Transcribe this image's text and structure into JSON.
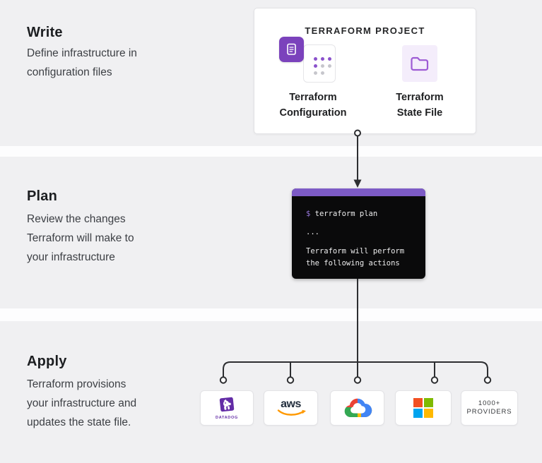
{
  "sections": [
    {
      "heading": "Write",
      "body_lines": [
        "Define infrastructure in",
        "configuration files"
      ]
    },
    {
      "heading": "Plan",
      "body_lines": [
        "Review the changes",
        "Terraform will make to",
        "your infrastructure"
      ]
    },
    {
      "heading": "Apply",
      "body_lines": [
        "Terraform provisions",
        "your infrastructure and",
        "updates the state file."
      ]
    }
  ],
  "project_card": {
    "title": "TERRAFORM PROJECT",
    "items": [
      {
        "icon": "terraform-configuration-icon",
        "label_lines": [
          "Terraform",
          "Configuration"
        ]
      },
      {
        "icon": "terraform-state-file-icon",
        "label_lines": [
          "Terraform",
          "State File"
        ]
      }
    ]
  },
  "terminal": {
    "prompt_symbol": "$",
    "command": "terraform plan",
    "ellipsis": "...",
    "output_lines": [
      "Terraform will perform",
      "the following actions"
    ]
  },
  "providers": [
    {
      "name": "datadog",
      "label": "DATADOG"
    },
    {
      "name": "aws",
      "label": "aws"
    },
    {
      "name": "google-cloud"
    },
    {
      "name": "microsoft"
    },
    {
      "name": "more-providers",
      "label_lines": [
        "1000+",
        "PROVIDERS"
      ]
    }
  ],
  "colors": {
    "band_gray": "#f0f0f2",
    "separator_white": "#fdfdfe",
    "terraform_purple": "#7b42bc",
    "terminal_header_purple": "#7d5bc6",
    "terminal_bg": "#0a0a0b",
    "folder_bg": "#f4edfb",
    "folder_stroke": "#9d5bd4",
    "connector": "#2d2e31",
    "heading_text": "#1c1e21",
    "body_text": "#3c3f44",
    "datadog_purple": "#632ca6",
    "aws_dark": "#232f3e",
    "aws_orange": "#ff9900",
    "ms_red": "#f25022",
    "ms_green": "#7fba00",
    "ms_blue": "#00a4ef",
    "ms_yellow": "#ffb900",
    "gcp_red": "#ea4335",
    "gcp_blue": "#4285f4",
    "gcp_green": "#34a853",
    "gcp_yellow": "#fbbc05"
  }
}
